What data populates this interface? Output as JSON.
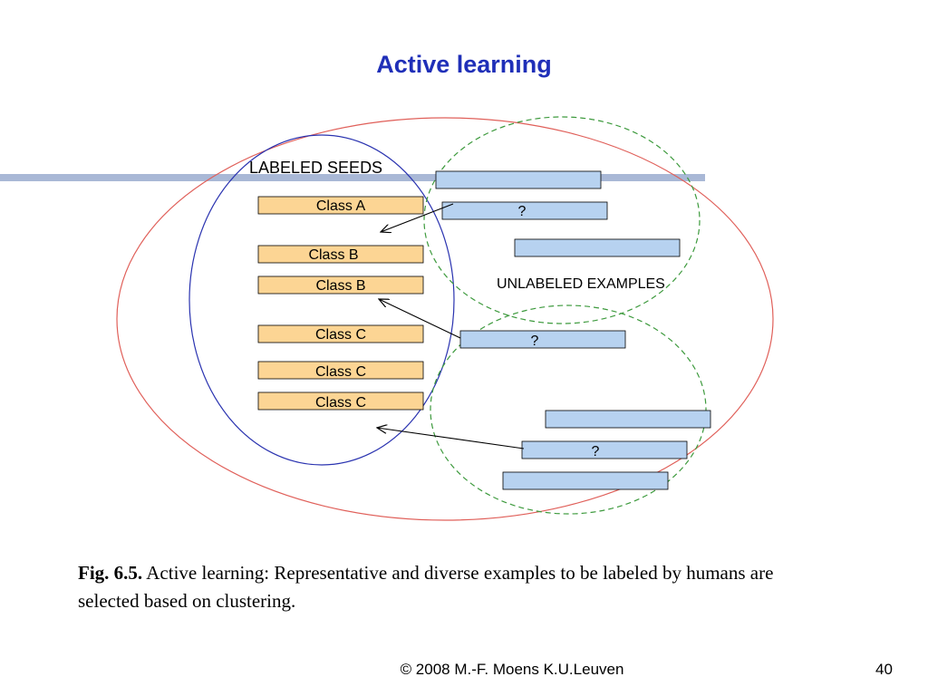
{
  "slide": {
    "title": "Active learning",
    "footer": "© 2008 M.-F. Moens  K.U.Leuven",
    "page_number": "40"
  },
  "diagram": {
    "labeled_seeds_label": "LABELED SEEDS",
    "unlabeled_examples_label": "UNLABELED EXAMPLES",
    "seed_labels": [
      "Class A",
      "Class B",
      "Class B",
      "Class C",
      "Class C",
      "Class C"
    ],
    "query_mark": "?",
    "colors": {
      "seed_fill": "#fcd594",
      "example_fill": "#b7d2f0",
      "outer_ellipse": "#e0605a",
      "labeled_ellipse": "#2a33b0",
      "cluster_ellipse": "#3d9a3d",
      "title": "#1f2fb8"
    }
  },
  "caption": {
    "fig_label": "Fig. 6.5.",
    "text": " Active learning: Representative and diverse examples to be labeled by humans are selected based on clustering."
  }
}
